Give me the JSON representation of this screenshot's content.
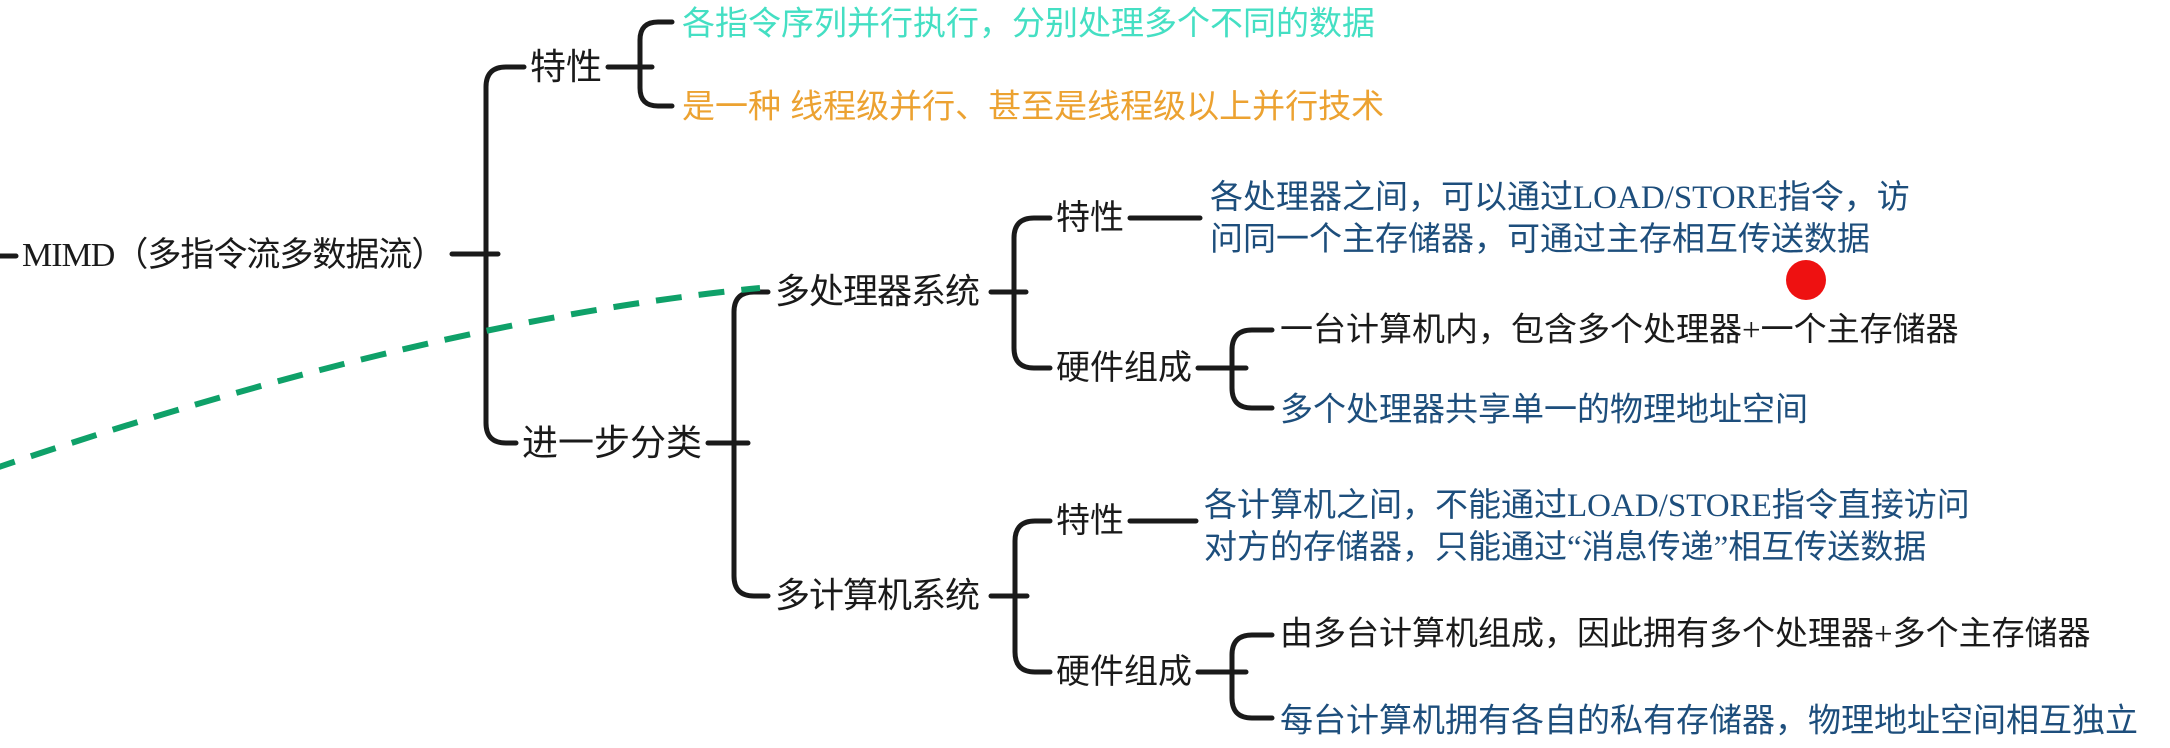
{
  "colors": {
    "text_black": "#1a1a1a",
    "teal": "#44dfc3",
    "orange": "#eca231",
    "blue": "#1d4e7c",
    "green_dash": "#0fa169",
    "red_dot": "#ee1111",
    "background": "#ffffff"
  },
  "root": {
    "label": "MIMD（多指令流多数据流）"
  },
  "feature": {
    "label": "特性",
    "items": [
      {
        "text": "各指令序列并行执行，分别处理多个不同的数据"
      },
      {
        "text": "是一种 线程级并行、甚至是线程级以上并行技术"
      }
    ]
  },
  "classification": {
    "label": "进一步分类",
    "systems": [
      {
        "label": "多处理器系统",
        "feature_label": "特性",
        "feature_lines": [
          "各处理器之间，可以通过LOAD/STORE指令，访",
          "问同一个主存储器，可通过主存相互传送数据"
        ],
        "hardware_label": "硬件组成",
        "hardware_items": [
          "一台计算机内，包含多个处理器+一个主存储器",
          "多个处理器共享单一的物理地址空间"
        ]
      },
      {
        "label": "多计算机系统",
        "feature_label": "特性",
        "feature_lines": [
          "各计算机之间，不能通过LOAD/STORE指令直接访问",
          "对方的存储器，只能通过“消息传递”相互传送数据"
        ],
        "hardware_label": "硬件组成",
        "hardware_items": [
          "由多台计算机组成，因此拥有多个处理器+多个主存储器",
          "每台计算机拥有各自的私有存储器，物理地址空间相互独立"
        ]
      }
    ]
  }
}
